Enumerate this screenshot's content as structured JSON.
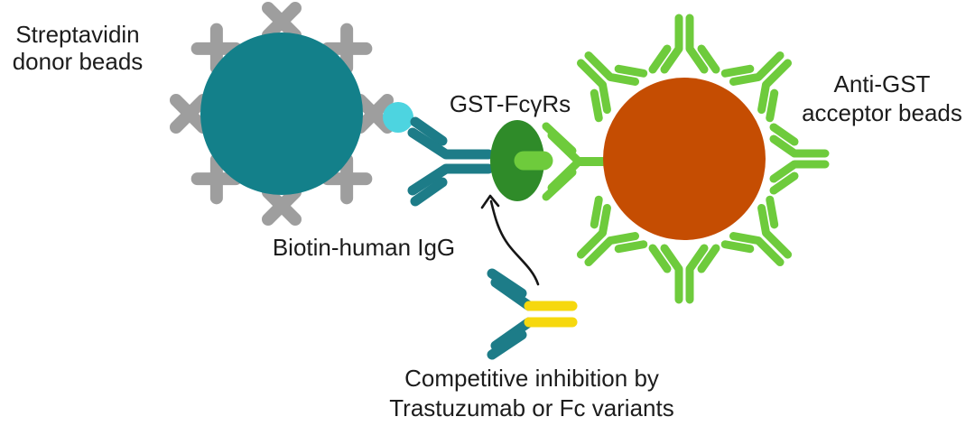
{
  "diagram": {
    "labels": {
      "donor_beads": [
        "Streptavidin",
        "donor beads"
      ],
      "gst_fcgrs": "GST-FcγRs",
      "acceptor_beads": [
        "Anti-GST",
        "acceptor beads"
      ],
      "biotin_igg": "Biotin-human IgG",
      "caption": [
        "Competitive inhibition by",
        "Trastuzumab or Fc variants"
      ]
    },
    "icons": {
      "donor_bead": "streptavidin-donor-bead",
      "knob": "streptavidin-knob-icon",
      "biotin": "biotin-icon",
      "igg": "biotin-human-igg-antibody-icon",
      "gst_protein": "gst-fcgr-protein-icon",
      "gst_tag": "gst-tag-icon",
      "acceptor_bead": "anti-gst-acceptor-bead",
      "acceptor_antibody": "anti-gst-antibody-icon",
      "inhibitor_antibody": "trastuzumab-antibody-icon",
      "arrow": "inhibition-arrow-icon"
    }
  },
  "colors": {
    "background": "#ffffff",
    "donor_teal": "#13808a",
    "knob_gray": "#9e9e9e",
    "biotin_cyan": "#4dd4e0",
    "antibody_teal": "#1d7c88",
    "gst_dark_green": "#2f8b29",
    "gst_light_green": "#6ecb3c",
    "acceptor_orange": "#c54d02",
    "fc_yellow": "#f6d80e",
    "arrow_black": "#161616",
    "text": "#1c1c1c"
  }
}
